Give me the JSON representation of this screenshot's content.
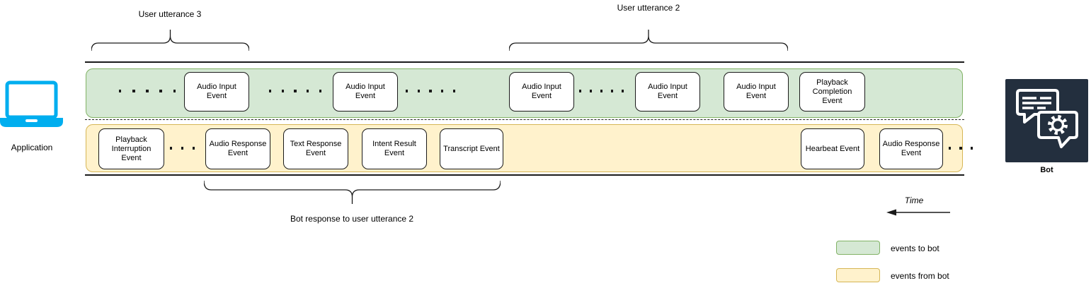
{
  "application": {
    "label": "Application"
  },
  "bot": {
    "label": "Bot"
  },
  "annotations": {
    "user_utterance_3": "User utterance 3",
    "user_utterance_2": "User utterance 2",
    "bot_response": "Bot response to user utterance 2",
    "time": "Time"
  },
  "events_to_bot": [
    {
      "label": "Audio Input Event"
    },
    {
      "label": "Audio Input Event"
    },
    {
      "label": "Audio Input Event"
    },
    {
      "label": "Audio Input Event"
    },
    {
      "label": "Audio Input Event"
    },
    {
      "label": "Playback Completion Event"
    }
  ],
  "events_from_bot": [
    {
      "label": "Playback Interruption Event"
    },
    {
      "label": "Audio Response Event"
    },
    {
      "label": "Text Response Event"
    },
    {
      "label": "Intent Result Event"
    },
    {
      "label": "Transcript Event"
    },
    {
      "label": "Hearbeat Event"
    },
    {
      "label": "Audio Response Event"
    }
  ],
  "legend": {
    "to_bot": {
      "label": "events to bot",
      "color": "#D5E8D4",
      "border": "#82B366"
    },
    "from_bot": {
      "label": "events from bot",
      "color": "#FFF2CC",
      "border": "#D6B656"
    }
  },
  "colors": {
    "lane_to_bot": "#D5E8D4",
    "lane_to_bot_border": "#82B366",
    "lane_from_bot": "#FFF2CC",
    "lane_from_bot_border": "#D6B656",
    "application_icon": "#00AEEF",
    "bot_icon_bg": "#232F3E",
    "line": "#1a1a1a"
  }
}
